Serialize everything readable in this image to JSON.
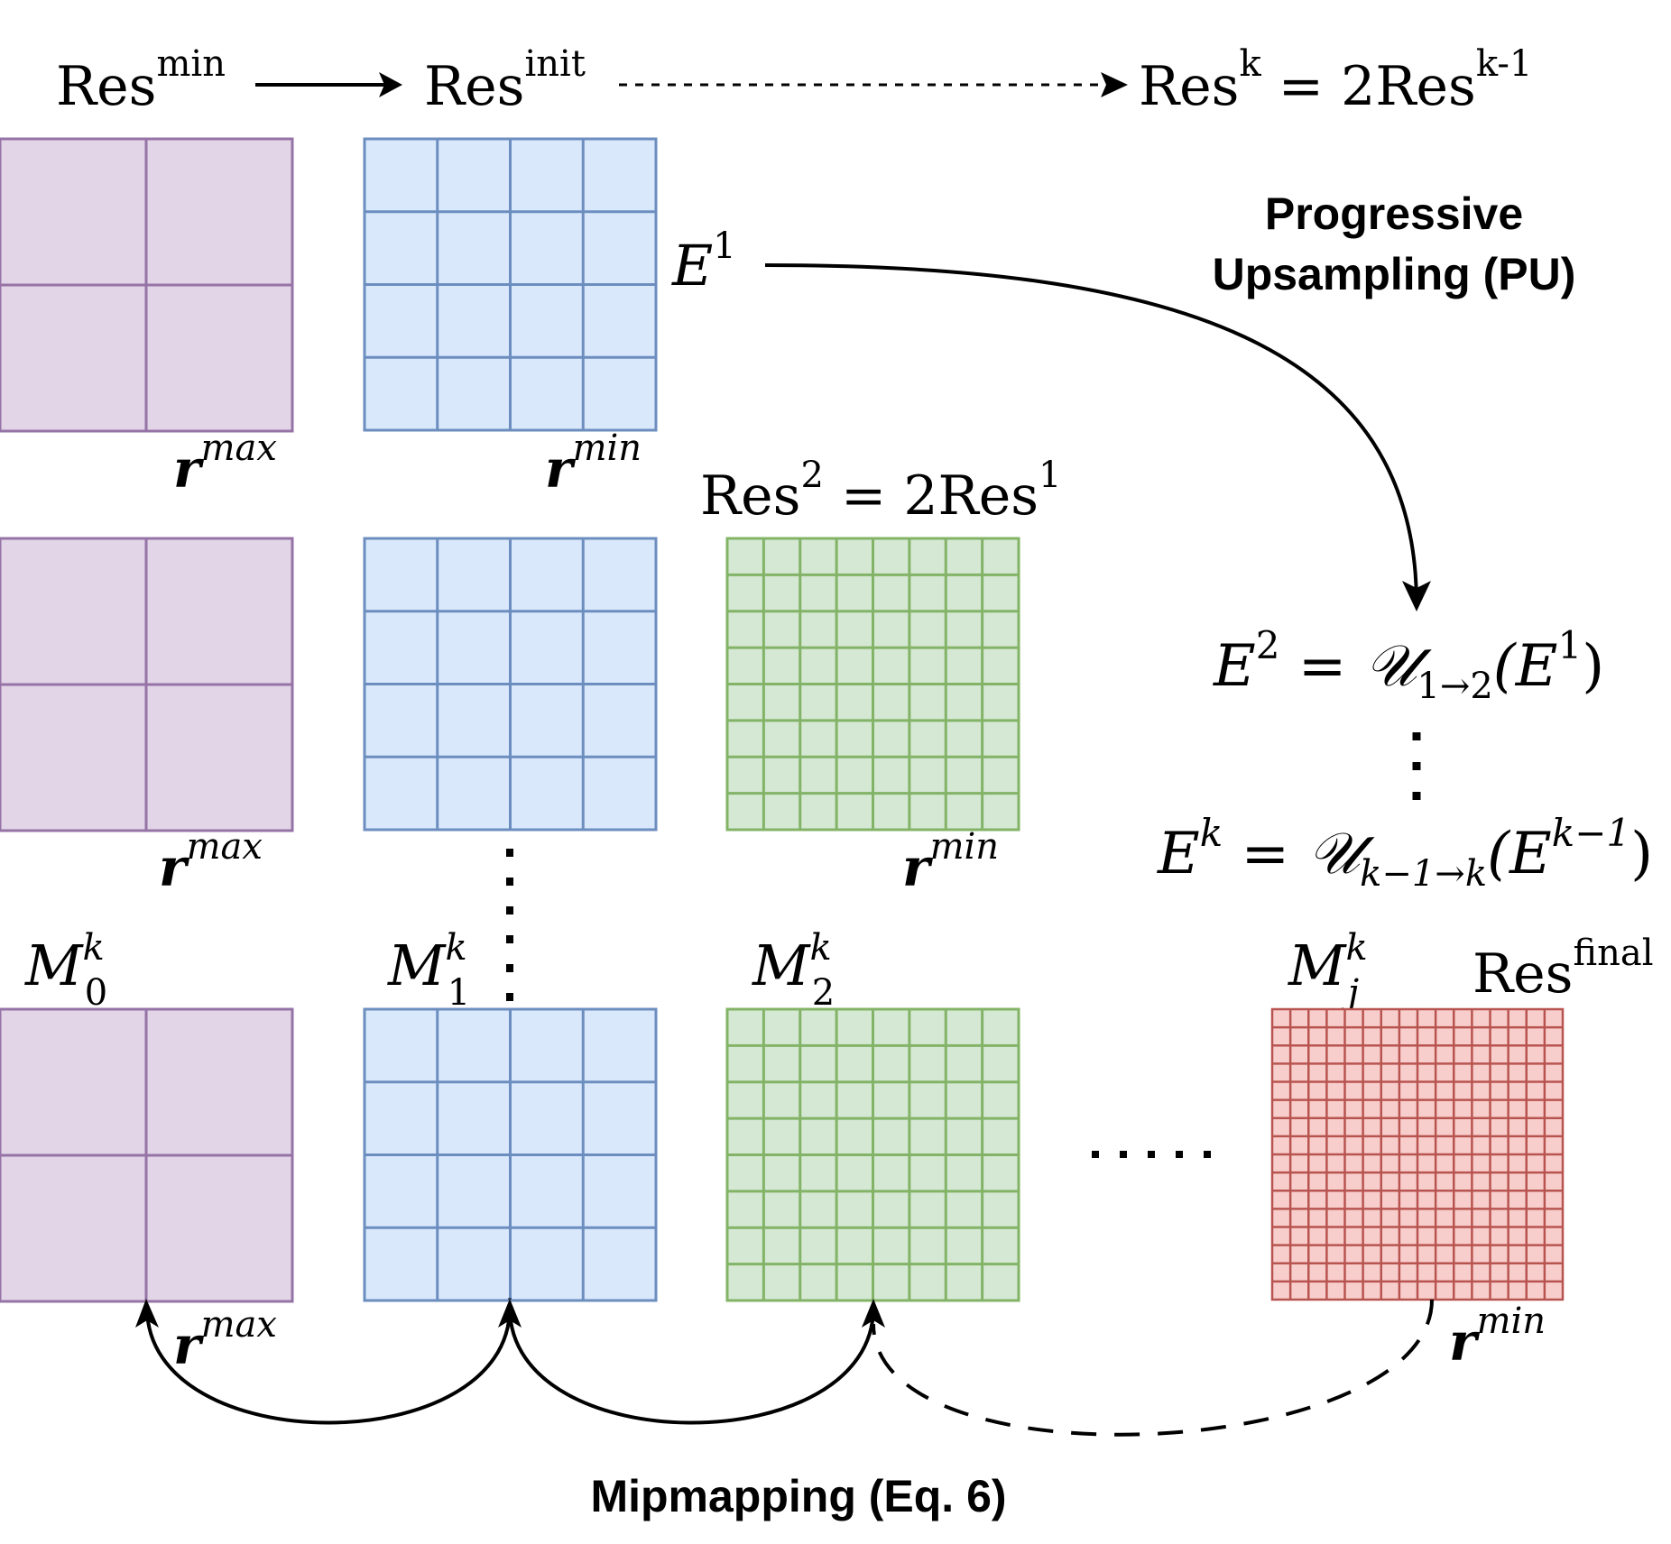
{
  "header": {
    "res_min_base": "Res",
    "res_min_sup": "min",
    "res_init_base": "Res",
    "res_init_sup": "init",
    "res_k_base": "Res",
    "res_k_sup": "k",
    "res_k_eq": " = 2Res",
    "res_k_eq_sup": "k-1"
  },
  "pu_title": {
    "line1": "Progressive",
    "line2": "Upsampling (PU)"
  },
  "e1": {
    "base": "E",
    "sup": "1"
  },
  "res2": {
    "base": "Res",
    "sup": "2",
    "eq": " = 2Res",
    "eq_sup": "1"
  },
  "r_max": {
    "base": "r",
    "sup": "max"
  },
  "r_min": {
    "base": "r",
    "sup": "min"
  },
  "e2_eq": {
    "lhs": "E",
    "lhs_sup": "2",
    "mid": " = 𝒰",
    "sub": "1→2",
    "arg": "(E",
    "arg_sup": "1",
    "close": ")"
  },
  "ek_eq": {
    "lhs": "E",
    "lhs_sup": "k",
    "mid": " = 𝒰",
    "sub": "k−1→k",
    "arg": "(E",
    "arg_sup": "k−1",
    "close": ")"
  },
  "mipmaps": [
    {
      "base": "M",
      "sub": "0",
      "sup": "k"
    },
    {
      "base": "M",
      "sub": "1",
      "sup": "k"
    },
    {
      "base": "M",
      "sub": "2",
      "sup": "k"
    },
    {
      "base": "M",
      "sub": "j",
      "sup": "k"
    }
  ],
  "res_final": {
    "base": "Res",
    "sup": "final"
  },
  "mip_title": "Mipmapping (Eq. 6)",
  "grids": {
    "purple": {
      "divisions": 2,
      "fill": "#e1d5e7",
      "stroke": "#9673a6"
    },
    "blue": {
      "divisions": 4,
      "fill": "#dae8fc",
      "stroke": "#6c8ebf"
    },
    "green": {
      "divisions": 8,
      "fill": "#d5e8d4",
      "stroke": "#82b366"
    },
    "red": {
      "divisions": 16,
      "fill": "#f8cecc",
      "stroke": "#b85450"
    }
  }
}
